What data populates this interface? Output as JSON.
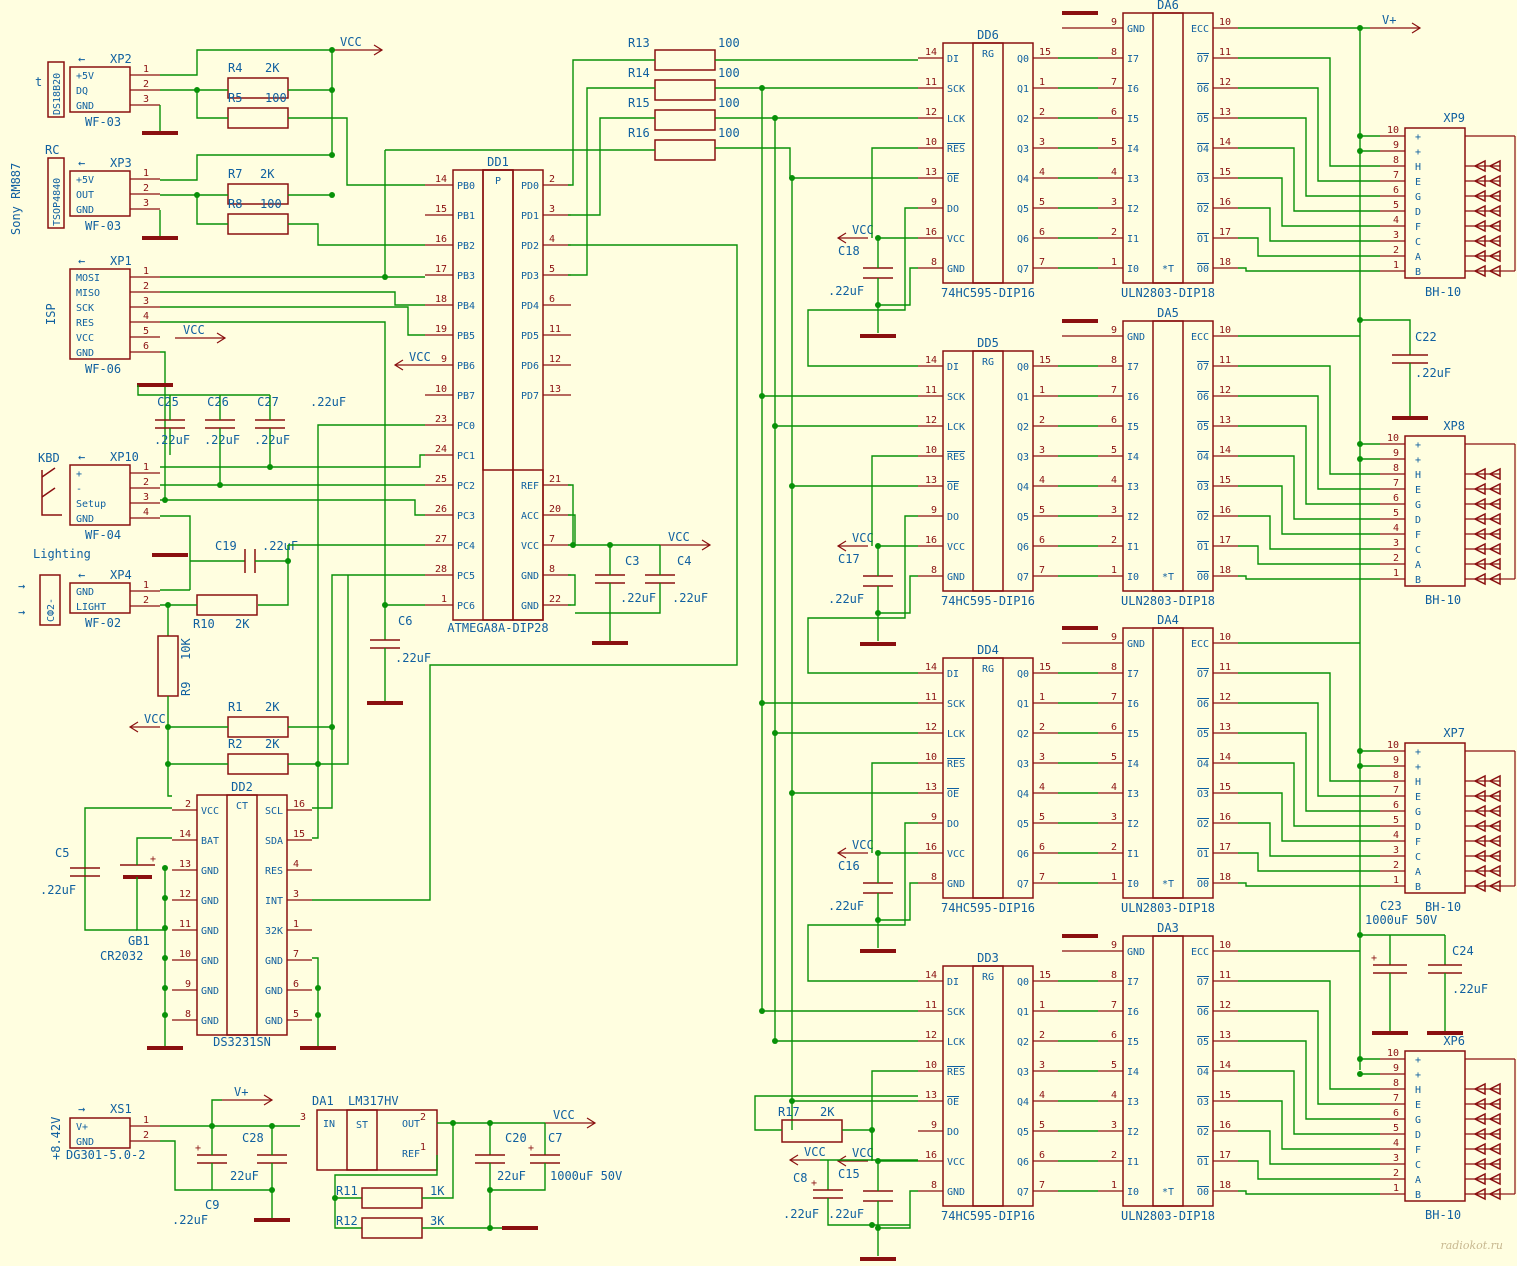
{
  "watermark": "radiokot.ru",
  "net_labels": [
    "VCC",
    "V+"
  ],
  "colors": {
    "wire": "#089108",
    "component": "#8a1010",
    "label": "#1060a0",
    "background": "#fffee0"
  },
  "dd1": {
    "ref": "DD1",
    "value": "ATMEGA8A-DIP28",
    "marker": "P",
    "left_pins": [
      [
        "14",
        "PB0"
      ],
      [
        "15",
        "PB1"
      ],
      [
        "16",
        "PB2"
      ],
      [
        "17",
        "PB3"
      ],
      [
        "18",
        "PB4"
      ],
      [
        "19",
        "PB5"
      ],
      [
        "9",
        "PB6"
      ],
      [
        "10",
        "PB7"
      ],
      [
        "23",
        "PC0"
      ],
      [
        "24",
        "PC1"
      ],
      [
        "25",
        "PC2"
      ],
      [
        "26",
        "PC3"
      ],
      [
        "27",
        "PC4"
      ],
      [
        "28",
        "PC5"
      ],
      [
        "1",
        "PC6"
      ]
    ],
    "right_pins": [
      [
        "2",
        "PD0"
      ],
      [
        "3",
        "PD1"
      ],
      [
        "4",
        "PD2"
      ],
      [
        "5",
        "PD3"
      ],
      [
        "6",
        "PD4"
      ],
      [
        "11",
        "PD5"
      ],
      [
        "12",
        "PD6"
      ],
      [
        "13",
        "PD7"
      ],
      null,
      null,
      [
        "21",
        "REF"
      ],
      [
        "20",
        "ACC"
      ],
      [
        "7",
        "VCC"
      ],
      [
        "8",
        "GND"
      ],
      [
        "22",
        "GND"
      ]
    ]
  },
  "dd2": {
    "ref": "DD2",
    "value": "DS3231SN",
    "marker": "CT",
    "left_pins": [
      [
        "2",
        "VCC"
      ],
      [
        "14",
        "BAT"
      ],
      [
        "13",
        "GND"
      ],
      [
        "12",
        "GND"
      ],
      [
        "11",
        "GND"
      ],
      [
        "10",
        "GND"
      ],
      [
        "9",
        "GND"
      ],
      [
        "8",
        "GND"
      ]
    ],
    "right_pins": [
      [
        "16",
        "SCL"
      ],
      [
        "15",
        "SDA"
      ],
      [
        "4",
        "RES"
      ],
      [
        "3",
        "INT"
      ],
      [
        "1",
        "32K"
      ],
      [
        "7",
        "GND"
      ],
      [
        "6",
        "GND"
      ],
      [
        "5",
        "GND"
      ]
    ]
  },
  "shift_registers": [
    {
      "ref": "DD6",
      "value": "74HC595-DIP16",
      "marker": "RG",
      "cap": "C18",
      "cap_value": ".22uF"
    },
    {
      "ref": "DD5",
      "value": "74HC595-DIP16",
      "marker": "RG",
      "cap": "C17",
      "cap_value": ".22uF"
    },
    {
      "ref": "DD4",
      "value": "74HC595-DIP16",
      "marker": "RG",
      "cap": "C16",
      "cap_value": ".22uF"
    },
    {
      "ref": "DD3",
      "value": "74HC595-DIP16",
      "marker": "RG",
      "cap": "C15",
      "cap_value": ".22uF"
    }
  ],
  "sr_left_pins": [
    [
      "14",
      "DI"
    ],
    [
      "11",
      "SCK"
    ],
    [
      "12",
      "LCK"
    ],
    [
      "10",
      "RES"
    ],
    [
      "13",
      "OE"
    ],
    [
      "9",
      "DO"
    ],
    [
      "16",
      "VCC"
    ],
    [
      "8",
      "GND"
    ]
  ],
  "sr_right_pins": [
    [
      "15",
      "Q0"
    ],
    [
      "1",
      "Q1"
    ],
    [
      "2",
      "Q2"
    ],
    [
      "3",
      "Q3"
    ],
    [
      "4",
      "Q4"
    ],
    [
      "5",
      "Q5"
    ],
    [
      "6",
      "Q6"
    ],
    [
      "7",
      "Q7"
    ]
  ],
  "drivers": [
    {
      "ref": "DA6",
      "value": "ULN2803-DIP18"
    },
    {
      "ref": "DA5",
      "value": "ULN2803-DIP18"
    },
    {
      "ref": "DA4",
      "value": "ULN2803-DIP18"
    },
    {
      "ref": "DA3",
      "value": "ULN2803-DIP18"
    }
  ],
  "uln_left_pins": [
    [
      "9",
      "GND"
    ],
    [
      "8",
      "I7"
    ],
    [
      "7",
      "I6"
    ],
    [
      "6",
      "I5"
    ],
    [
      "5",
      "I4"
    ],
    [
      "4",
      "I3"
    ],
    [
      "3",
      "I2"
    ],
    [
      "2",
      "I1"
    ],
    [
      "1",
      "I0"
    ]
  ],
  "uln_right_pins": [
    [
      "10",
      "ECC"
    ],
    [
      "11",
      "O7"
    ],
    [
      "12",
      "O6"
    ],
    [
      "13",
      "O5"
    ],
    [
      "14",
      "O4"
    ],
    [
      "15",
      "O3"
    ],
    [
      "16",
      "O2"
    ],
    [
      "17",
      "O1"
    ],
    [
      "18",
      "O0"
    ]
  ],
  "uln_marker": "*T",
  "displays": [
    {
      "ref": "XP9",
      "value": "BH-10"
    },
    {
      "ref": "XP8",
      "value": "BH-10"
    },
    {
      "ref": "XP7",
      "value": "BH-10"
    },
    {
      "ref": "XP6",
      "value": "BH-10"
    }
  ],
  "display_pins": [
    [
      "10",
      "+"
    ],
    [
      "9",
      "+"
    ],
    [
      "8",
      "H"
    ],
    [
      "7",
      "E"
    ],
    [
      "6",
      "G"
    ],
    [
      "5",
      "D"
    ],
    [
      "4",
      "F"
    ],
    [
      "3",
      "C"
    ],
    [
      "2",
      "A"
    ],
    [
      "1",
      "B"
    ]
  ],
  "connectors": {
    "xp2": {
      "ref": "XP2",
      "value": "WF-03",
      "side": "t",
      "part": "DS18B20",
      "pins": [
        "+5V",
        "DQ",
        "GND"
      ]
    },
    "xp3": {
      "ref": "XP3",
      "value": "WF-03",
      "side": "RC",
      "part": "TSOP4840",
      "sony": "Sony RM887",
      "pins": [
        "+5V",
        "OUT",
        "GND"
      ]
    },
    "xp1": {
      "ref": "XP1",
      "value": "WF-06",
      "side": "ISP",
      "pins": [
        "MOSI",
        "MISO",
        "SCK",
        "RES",
        "VCC",
        "GND"
      ]
    },
    "xp10": {
      "ref": "XP10",
      "value": "WF-04",
      "side": "KBD",
      "pins": [
        "+",
        "-",
        "Setup",
        "GND"
      ]
    },
    "xp4": {
      "ref": "XP4",
      "value": "WF-02",
      "side": "Lighting",
      "part": "CФ2-",
      "pins": [
        "GND",
        "LIGHT"
      ]
    },
    "xs1": {
      "ref": "XS1",
      "value": "DG301-5.0-2",
      "side": "+8.42V",
      "pins": [
        "V+",
        "GND"
      ]
    }
  },
  "resistors": [
    {
      "ref": "R4",
      "value": "2K"
    },
    {
      "ref": "R5",
      "value": "100"
    },
    {
      "ref": "R7",
      "value": "2K"
    },
    {
      "ref": "R8",
      "value": "100"
    },
    {
      "ref": "R13",
      "value": "100"
    },
    {
      "ref": "R14",
      "value": "100"
    },
    {
      "ref": "R15",
      "value": "100"
    },
    {
      "ref": "R16",
      "value": "100"
    },
    {
      "ref": "R10",
      "value": "2K"
    },
    {
      "ref": "R9",
      "value": "10K"
    },
    {
      "ref": "R1",
      "value": "2K"
    },
    {
      "ref": "R2",
      "value": "2K"
    },
    {
      "ref": "R17",
      "value": "2K"
    },
    {
      "ref": "R11",
      "value": "1K"
    },
    {
      "ref": "R12",
      "value": "3K"
    }
  ],
  "capacitors": [
    {
      "ref": "C25",
      "value": ".22uF"
    },
    {
      "ref": "C26",
      "value": ".22uF"
    },
    {
      "ref": "C27",
      "value": ".22uF"
    },
    {
      "ref": "C19",
      "value": ".22uF"
    },
    {
      "ref": "C6",
      "value": ".22uF"
    },
    {
      "ref": "C3",
      "value": ".22uF"
    },
    {
      "ref": "C4",
      "value": ".22uF"
    },
    {
      "ref": "C5",
      "value": ".22uF"
    },
    {
      "ref": "C22",
      "value": ".22uF"
    },
    {
      "ref": "C23",
      "value": "1000uF 50V"
    },
    {
      "ref": "C24",
      "value": ".22uF"
    },
    {
      "ref": "C20",
      "value": "22uF"
    },
    {
      "ref": "C7",
      "value": "1000uF 50V"
    },
    {
      "ref": "C8",
      "value": ".22uF"
    },
    {
      "ref": "C9",
      "value": ".22uF"
    },
    {
      "ref": "C28",
      "value": "22uF"
    }
  ],
  "battery": {
    "ref": "GB1",
    "value": "CR2032"
  },
  "regulator": {
    "ref": "DA1",
    "value": "LM317HV",
    "marker": "ST",
    "pins": [
      [
        "3",
        "IN"
      ],
      [
        "2",
        "OUT"
      ],
      [
        "1",
        "REF"
      ]
    ]
  }
}
